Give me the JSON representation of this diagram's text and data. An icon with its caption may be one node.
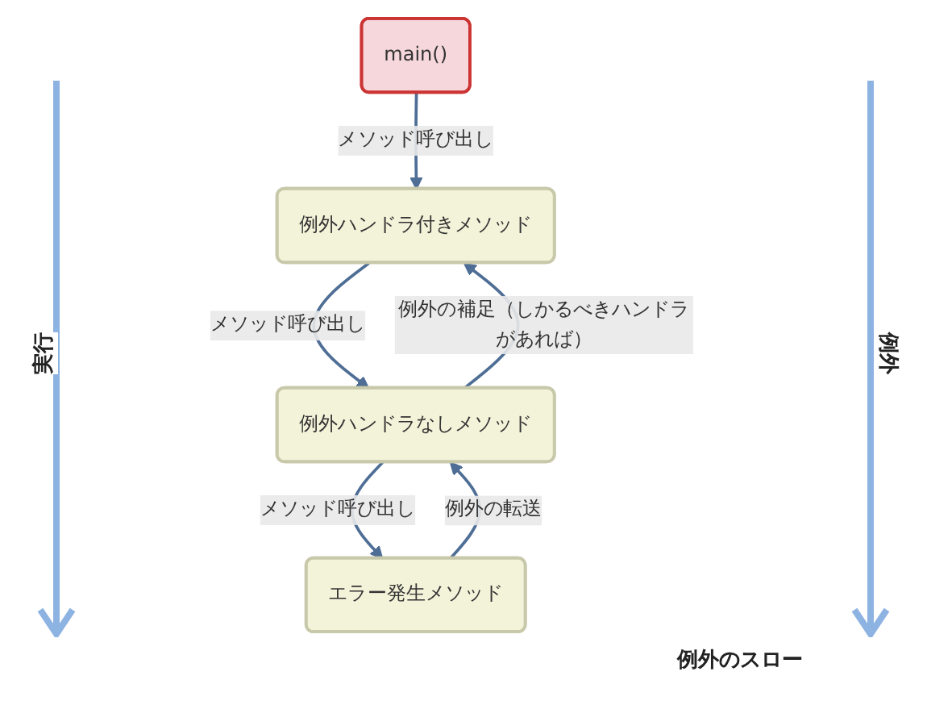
{
  "diagram": {
    "nodes": [
      {
        "text": [
          "main()"
        ]
      },
      {
        "text": [
          "例外ハンドラ付きメソッド"
        ]
      },
      {
        "text": [
          "例外ハンドラなしメソッド"
        ]
      },
      {
        "text": [
          "エラー発生メソッド"
        ]
      }
    ],
    "edges": [
      {
        "from": 0,
        "to": 1,
        "arrow": "to",
        "label": "メソッド呼び出し"
      },
      {
        "from": 1,
        "to": 2,
        "arrow": "to",
        "label": "メソッド呼び出し"
      },
      {
        "from": 2,
        "to": 3,
        "arrow": "to",
        "label": "メソッド呼び出し"
      },
      {
        "from": 3,
        "to": 2,
        "arrow": "to",
        "label": "例外の転送"
      },
      {
        "from": 2,
        "to": 1,
        "arrow": "to",
        "label": "例外の補足（しかるべきハンドラがあれば）"
      }
    ],
    "labels": [
      "実行",
      "例外",
      "例外のスロー"
    ]
  }
}
